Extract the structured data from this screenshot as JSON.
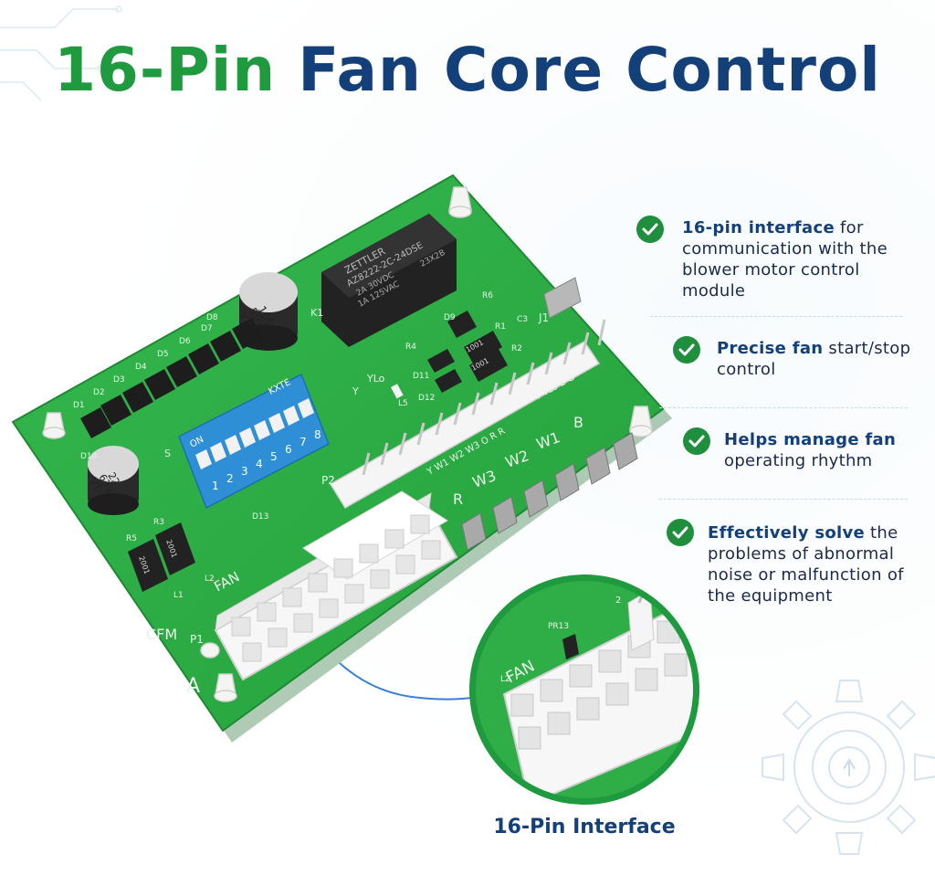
{
  "title": {
    "part1": "16-Pin",
    "part2": "Fan Core Control"
  },
  "features": [
    {
      "bold": "16-pin interface",
      "rest": " for communication with the blower motor control module"
    },
    {
      "bold": "Precise fan",
      "rest": " start/stop control"
    },
    {
      "bold": "Helps manage fan",
      "rest": " operating rhythm"
    },
    {
      "bold": "Effectively solve",
      "rest": " the problems of abnormal noise or malfunction of the equipment"
    }
  ],
  "caption": "16-Pin Interface",
  "board": {
    "relay_brand": "ZETTLER",
    "relay_model": "AZ8222-2C-24DSE",
    "relay_rating1": "2A 30VDC",
    "relay_rating2": "1A 125VAC",
    "relay_code": "23X2B",
    "relay_ref": "K1",
    "cap1_value": "100",
    "cap1_voltage": "50V",
    "cap1_series": "VT",
    "cap2_value": "22",
    "cap2_voltage": "63V",
    "cap2_series": "VT",
    "dip_label": "ON",
    "dip_brand": "KXTE",
    "dip_ref": "S",
    "dip_numbers": [
      "1",
      "2",
      "3",
      "4",
      "5",
      "6",
      "7",
      "8"
    ],
    "diodes": [
      "D1",
      "D2",
      "D3",
      "D4",
      "D5",
      "D6",
      "D7",
      "D8"
    ],
    "d10": "D10",
    "d13": "D13",
    "r5": "R5",
    "r3": "R3",
    "r_value": "2001",
    "r_value2": "1001",
    "fan_label": "FAN",
    "cfm_label": "CFM",
    "l1": "L1",
    "l2": "L2",
    "p1": "P1",
    "p2": "P2",
    "corner_a": "A",
    "y_label": "Y",
    "ylo_label": "YLo",
    "l5": "L5",
    "r4": "R4",
    "d9": "D9",
    "d11": "D11",
    "d12": "D12",
    "r1": "R1",
    "r2": "R2",
    "r6": "R6",
    "c3": "C3",
    "j1": "J1",
    "terminal_header": "Y  W1  W2  W3  O  R  R",
    "terminal_header2": "Y YLo B G",
    "tab_labels": [
      "R",
      "W3",
      "W2",
      "W1",
      "B"
    ],
    "zoom_pr13": "PR13",
    "zoom_l2": "L2",
    "zoom_fan": "FAN",
    "zoom_pin2": "2"
  },
  "colors": {
    "green": "#1f9a3f",
    "blue": "#14407a",
    "pcb": "#2fae47",
    "check": "#1f8f3e"
  }
}
